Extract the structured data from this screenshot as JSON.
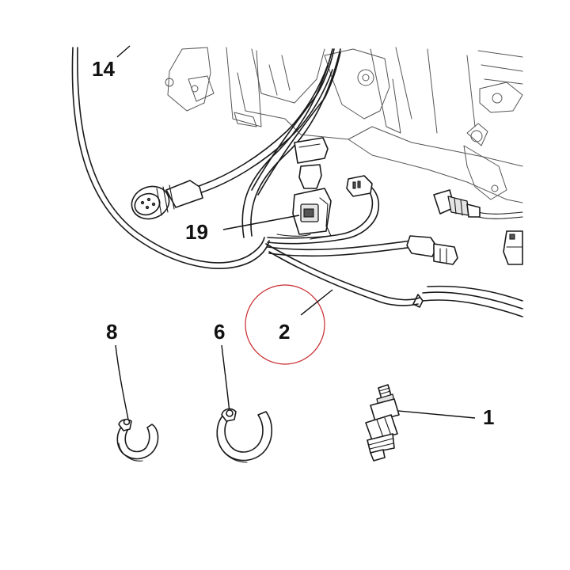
{
  "callouts": {
    "c14": "14",
    "c19": "19",
    "c2": "2",
    "c8": "8",
    "c6": "6",
    "c1": "1"
  },
  "highlight_color": "#c8282d"
}
